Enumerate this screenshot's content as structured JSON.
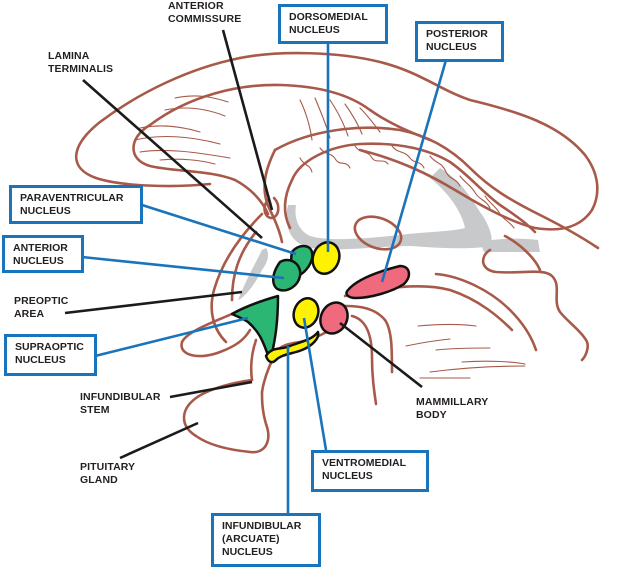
{
  "title": "Hypothalamic nuclei (sagittal section)",
  "colors": {
    "outline": "#a85a4a",
    "leader_black": "#1b1b1b",
    "leader_blue": "#1a74bb",
    "box_border": "#1a74bb",
    "shade": "#c8c9cb",
    "green_nuclei": "#2bb673",
    "yellow_nuclei": "#fff200",
    "pink_nuclei": "#ef6a7c"
  },
  "labels": {
    "anterior_commissure": "ANTERIOR\nCOMMISSURE",
    "lamina_terminalis": "LAMINA\nTERMINALIS",
    "preoptic_area": "PREOPTIC\nAREA",
    "infundibular_stem": "INFUNDIBULAR\nSTEM",
    "pituitary_gland": "PITUITARY\nGLAND",
    "mammillary_body": "MAMMILLARY\nBODY"
  },
  "boxed_labels": {
    "dorsomedial_nucleus": "DORSOMEDIAL\nNUCLEUS",
    "posterior_nucleus": "POSTERIOR\nNUCLEUS",
    "paraventricular_nucleus": "PARAVENTRICULAR\nNUCLEUS",
    "anterior_nucleus": "ANTERIOR\nNUCLEUS",
    "supraoptic_nucleus": "SUPRAOPTIC\nNUCLEUS",
    "ventromedial_nucleus": "VENTROMEDIAL\nNUCLEUS",
    "infundibular_nucleus": "INFUNDIBULAR\n(ARCUATE)\nNUCLEUS"
  },
  "nuclei": [
    {
      "name": "paraventricular-nucleus",
      "color_group": "green"
    },
    {
      "name": "anterior-nucleus",
      "color_group": "green"
    },
    {
      "name": "supraoptic-nucleus",
      "color_group": "green"
    },
    {
      "name": "dorsomedial-nucleus",
      "color_group": "yellow"
    },
    {
      "name": "ventromedial-nucleus",
      "color_group": "yellow"
    },
    {
      "name": "infundibular-nucleus",
      "color_group": "yellow"
    },
    {
      "name": "posterior-nucleus",
      "color_group": "pink"
    },
    {
      "name": "mammillary-body",
      "color_group": "pink"
    }
  ]
}
